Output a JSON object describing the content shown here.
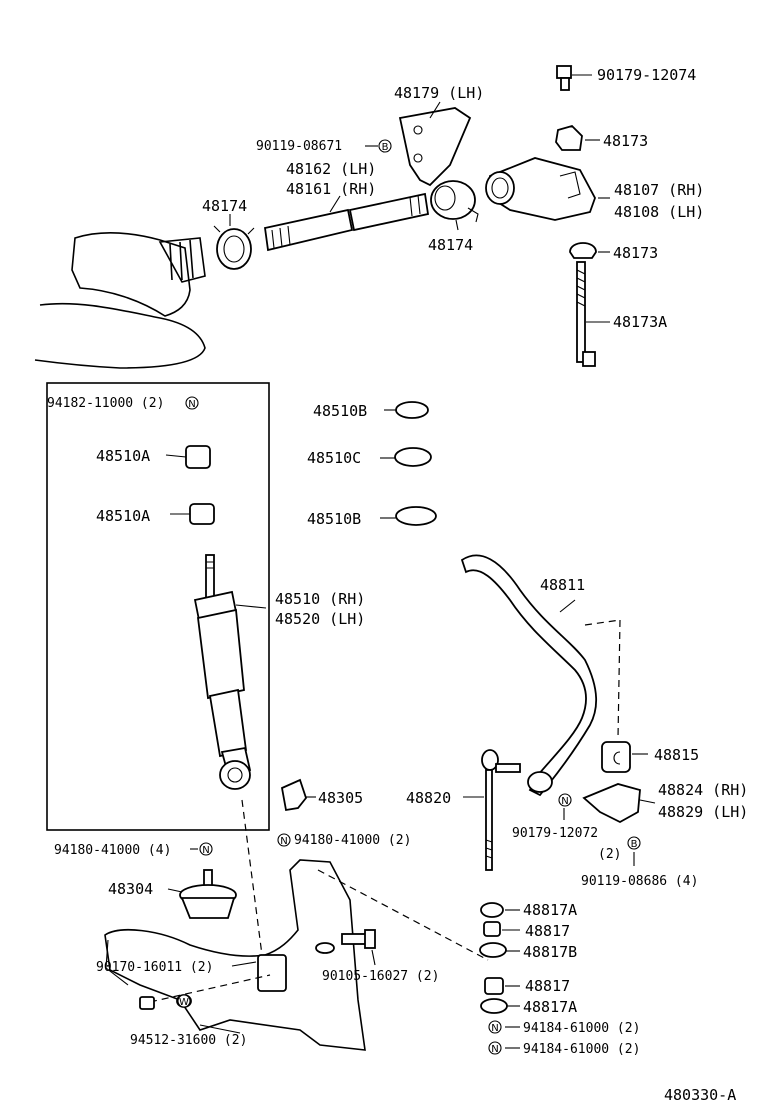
{
  "labels": {
    "l_90179_12074": "90179-12074",
    "l_48179": "48179 (LH)",
    "l_48173_top": "48173",
    "l_90119_08671": "90119-08671",
    "l_48162": "48162 (LH)",
    "l_48161": "48161 (RH)",
    "l_48107": "48107 (RH)",
    "l_48108": "48108 (LH)",
    "l_48174_left": "48174",
    "l_48174_mid": "48174",
    "l_48173_mid": "48173",
    "l_48173A": "48173A",
    "l_94182_11000": "94182-11000 (2)",
    "l_48510B_1": "48510B",
    "l_48510A_1": "48510A",
    "l_48510C": "48510C",
    "l_48510A_2": "48510A",
    "l_48510B_2": "48510B",
    "l_48510": "48510 (RH)",
    "l_48520": "48520 (LH)",
    "l_48811": "48811",
    "l_48815": "48815",
    "l_48305": "48305",
    "l_48820": "48820",
    "l_48824": "48824 (RH)",
    "l_48829": "48829 (LH)",
    "l_94180_41000_r": "94180-41000 (2)",
    "l_90179_12072": "90179-12072",
    "l_90179_12072_qty": "(2)",
    "l_94180_41000_l": "94180-41000 (4)",
    "l_90119_08686": "90119-08686 (4)",
    "l_48304": "48304",
    "l_48817A_1": "48817A",
    "l_48817_1": "48817",
    "l_48817B": "48817B",
    "l_90170_16011": "90170-16011 (2)",
    "l_90105_16027": "90105-16027 (2)",
    "l_48817_2": "48817",
    "l_48817A_2": "48817A",
    "l_94512_31600": "94512-31600 (2)",
    "l_94184_61000_1": "94184-61000 (2)",
    "l_94184_61000_2": "94184-61000 (2)",
    "l_figure_code": "480330-A"
  },
  "symbols": {
    "n": "N",
    "b": "B",
    "w": "W"
  }
}
